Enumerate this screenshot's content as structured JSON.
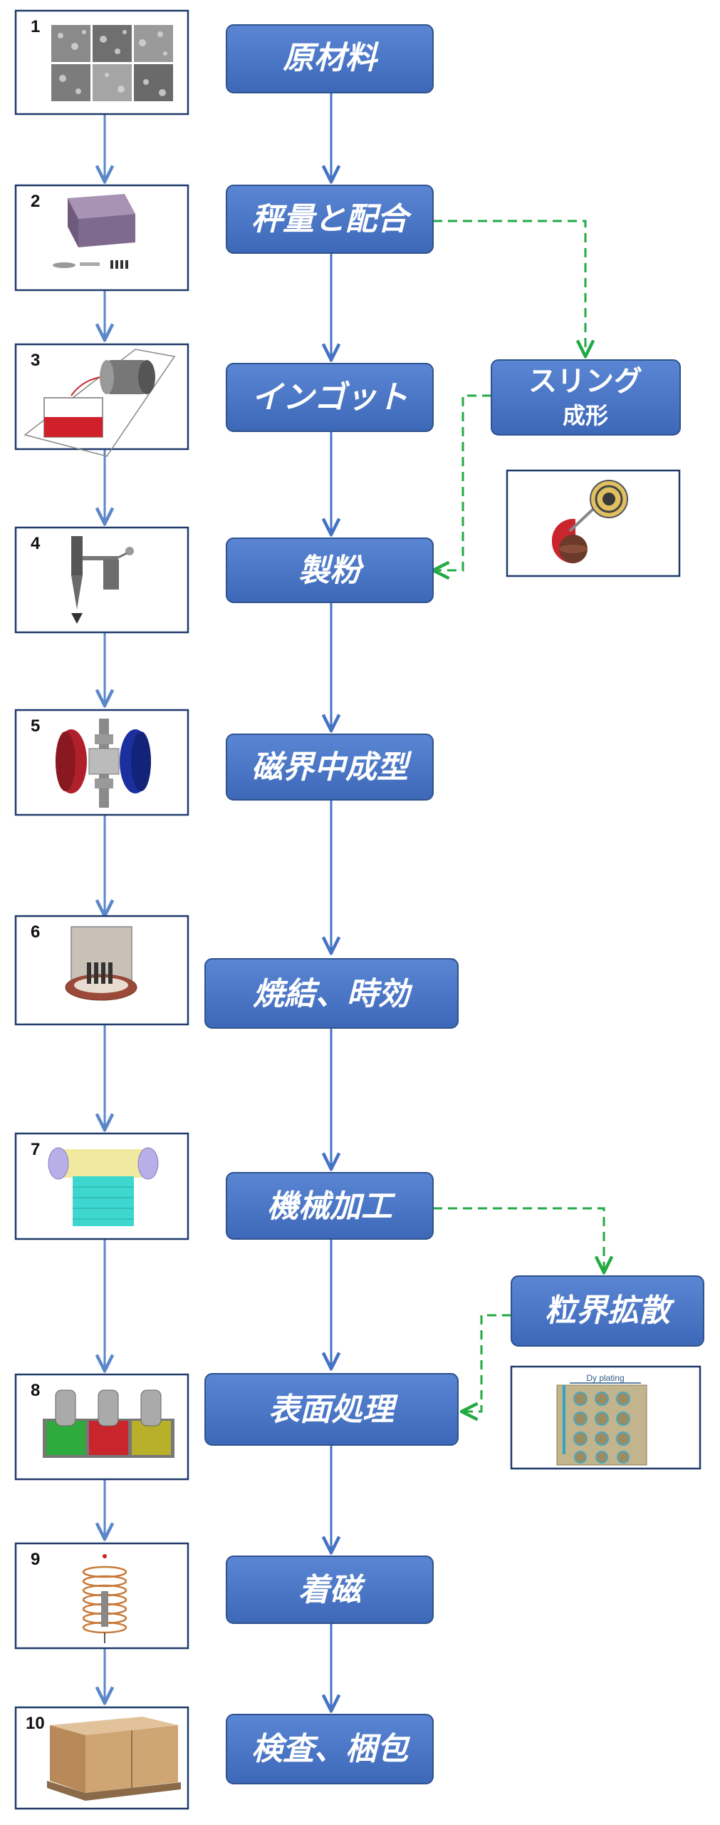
{
  "colors": {
    "box_fill": "#4472C4",
    "box_stroke": "#2F528F",
    "main_arrow": "#4472C4",
    "thumb_arrow": "#5B87C9",
    "dashed_arrow": "#22AA44",
    "thumb_border": "#1F3A6B"
  },
  "process": {
    "steps": [
      {
        "label": "原材料"
      },
      {
        "label": "秤量と配合"
      },
      {
        "label": "インゴット"
      },
      {
        "label": "製粉"
      },
      {
        "label": "磁界中成型"
      },
      {
        "label": "焼結、時効"
      },
      {
        "label": "機械加工"
      },
      {
        "label": "表面処理"
      },
      {
        "label": "着磁"
      },
      {
        "label": "検査、梱包"
      }
    ],
    "side_branches": [
      {
        "label_line1": "スリング",
        "label_line2": "成形"
      },
      {
        "label_line1": "粒界拡散",
        "label_line2": ""
      }
    ]
  },
  "thumbnails": [
    {
      "number": "1",
      "icon": "raw-material-samples-icon"
    },
    {
      "number": "2",
      "icon": "weighing-block-icon"
    },
    {
      "number": "3",
      "icon": "ingot-casting-icon"
    },
    {
      "number": "4",
      "icon": "milling-machine-icon"
    },
    {
      "number": "5",
      "icon": "magnetic-press-icon"
    },
    {
      "number": "6",
      "icon": "sintering-furnace-icon"
    },
    {
      "number": "7",
      "icon": "machining-icon"
    },
    {
      "number": "8",
      "icon": "surface-coating-icon"
    },
    {
      "number": "9",
      "icon": "magnetizing-coil-icon"
    },
    {
      "number": "10",
      "icon": "packing-crate-icon"
    }
  ],
  "side_images": [
    {
      "icon": "strip-casting-icon"
    },
    {
      "icon": "grain-boundary-diffusion-icon",
      "heading": "Dy plating"
    }
  ]
}
